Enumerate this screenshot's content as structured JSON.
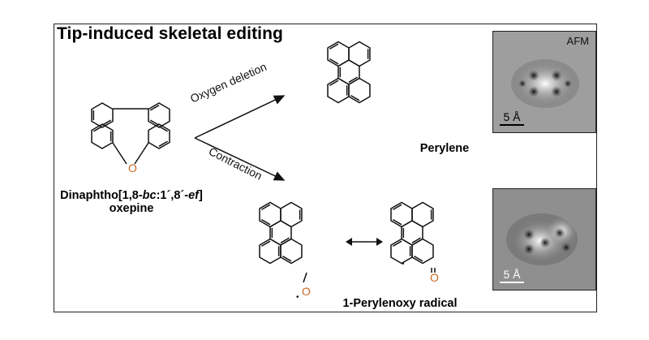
{
  "title": "Tip-induced skeletal editing",
  "reactant": {
    "name_prefix": "Dinaphtho[1,8-",
    "name_it1": "bc",
    "name_mid": ":1´,8´-",
    "name_it2": "ef",
    "name_suffix": "]",
    "name_line2": "oxepine",
    "oxygen_atom": "O"
  },
  "arrows": {
    "top_label": "Oxygen deletion",
    "bottom_label": "Contraction"
  },
  "products": {
    "perylene_label": "Perylene",
    "radical_label": "1-Perylenoxy radical",
    "oxygen_atom": "O",
    "radical_dot": "•"
  },
  "afm_top": {
    "tag": "AFM",
    "scale": "5 Å"
  },
  "afm_bottom": {
    "scale": "5 Å"
  },
  "colors": {
    "oxygen": "#c8661c",
    "ink": "#111111",
    "afm_bg": "#9a9a9a"
  },
  "icons": {
    "resonance": "double-headed-arrow-icon"
  }
}
